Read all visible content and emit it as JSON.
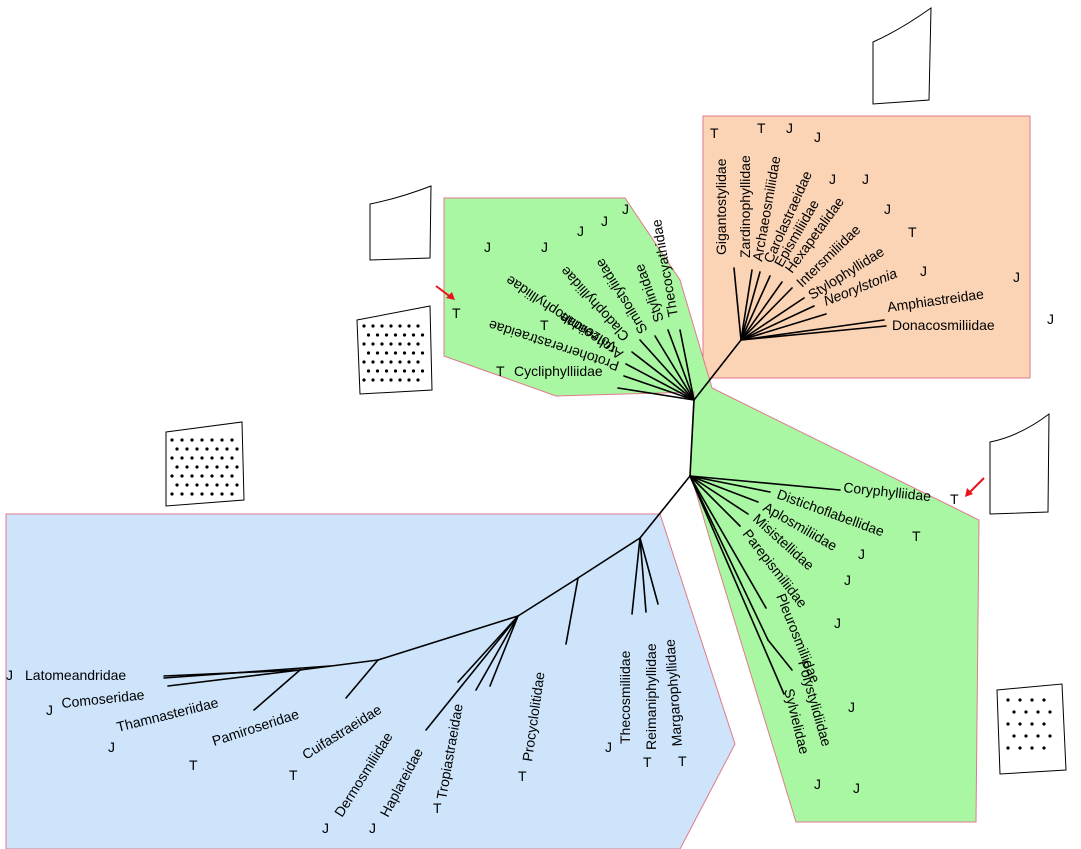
{
  "colors": {
    "tan_region": "#fbd3b5",
    "green_region": "#a9f7a3",
    "blue_region": "#cde4fb",
    "region_border": "#e07a8c",
    "arrow": "#e8141b",
    "branch": "#000000"
  },
  "clades": {
    "tan": [
      {
        "name": "Gigantostylidae",
        "code": "T"
      },
      {
        "name": "Zardinophyllidae",
        "code": "T"
      },
      {
        "name": "Archaeosmiliidae",
        "code": "J"
      },
      {
        "name": "Carolastraeidae",
        "code": "J"
      },
      {
        "name": "Epismiliidae",
        "code": "J"
      },
      {
        "name": "Hexapetalidae",
        "code": "J"
      },
      {
        "name": "Intersmiliidae",
        "code": "J"
      },
      {
        "name": "Stylophyllidae",
        "code": "T"
      },
      {
        "name": "Neorylstonia",
        "code": "J"
      },
      {
        "name": "Amphiastreidae",
        "code": "J"
      },
      {
        "name": "Donacosmiliidae",
        "code": "J"
      }
    ],
    "green_upper": [
      {
        "name": "Thecocyathidae",
        "code": "J"
      },
      {
        "name": "Stylinidae",
        "code": "J"
      },
      {
        "name": "Smilostyliidae",
        "code": "J"
      },
      {
        "name": "Cladophylliidae",
        "code": "J"
      },
      {
        "name": "Archeoanthophylliidae",
        "code": "J"
      },
      {
        "name": "Volzeiidae",
        "code": "T"
      },
      {
        "name": "Protoherrerastraeidae",
        "code": "T"
      },
      {
        "name": "Cycliphylliidae",
        "code": "T"
      }
    ],
    "green_lower": [
      {
        "name": "Coryphylliidae",
        "code": "T"
      },
      {
        "name": "Distichoflabellidae",
        "code": "T"
      },
      {
        "name": "Aplosmiliidae",
        "code": "J"
      },
      {
        "name": "Misistellidae",
        "code": "J"
      },
      {
        "name": "Parepismiliidae",
        "code": "J"
      },
      {
        "name": "Pleurosmiliidae",
        "code": "J"
      },
      {
        "name": "Polystylidiidae",
        "code": "J"
      },
      {
        "name": "Sylvielidae",
        "code": "J"
      }
    ],
    "blue": [
      {
        "name": "Latomeandridae",
        "code": "J"
      },
      {
        "name": "Comoseridae",
        "code": "J"
      },
      {
        "name": "Thamnasteriidae",
        "code": "J"
      },
      {
        "name": "Pamiroseridae",
        "code": "T"
      },
      {
        "name": "Cuifastraeidae",
        "code": "T"
      },
      {
        "name": "Dermosmiliidae",
        "code": "J"
      },
      {
        "name": "Haplareidae",
        "code": "J"
      },
      {
        "name": "Tropiastraeidae",
        "code": "T"
      },
      {
        "name": "Procyclolitidae",
        "code": "T"
      },
      {
        "name": "Thecosmiliidae",
        "code": "J"
      },
      {
        "name": "Reimaniphyllidae",
        "code": "T"
      },
      {
        "name": "Margarophyllidae",
        "code": "T"
      }
    ]
  },
  "icons": [
    "red-arrow-icon",
    "coral-outline-sketch",
    "coral-surface-sketch"
  ]
}
